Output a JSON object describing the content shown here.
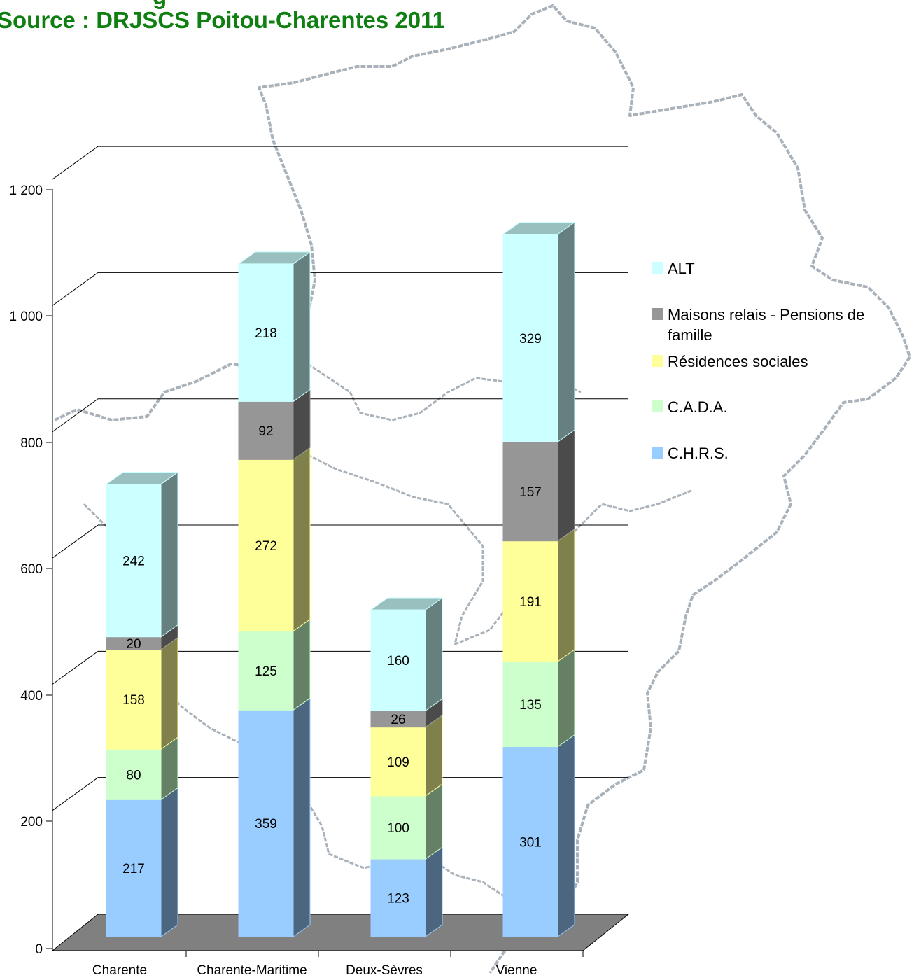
{
  "title_fragment_top": "g",
  "title": "Source : DRJSCS Poitou-Charentes 2011",
  "colors": {
    "title": "#0f7f12",
    "chrs": "#99ccff",
    "cada": "#ccffcc",
    "residences": "#ffff99",
    "maisons": "#969696",
    "alt": "#ccffff",
    "floor": "#808080",
    "map_outline": "#a9b2ba"
  },
  "chart_data": {
    "type": "bar",
    "stacked": true,
    "three_d": true,
    "categories": [
      "Charente",
      "Charente-Maritime",
      "Deux-Sèvres",
      "Vienne"
    ],
    "series": [
      {
        "name": "C.H.R.S.",
        "color": "#99ccff",
        "values": [
          217,
          359,
          123,
          301
        ]
      },
      {
        "name": "C.A.D.A.",
        "color": "#ccffcc",
        "values": [
          80,
          125,
          100,
          135
        ]
      },
      {
        "name": "Résidences sociales",
        "color": "#ffff99",
        "values": [
          158,
          272,
          109,
          191
        ]
      },
      {
        "name": "Maisons relais - Pensions de famille",
        "color": "#969696",
        "values": [
          20,
          92,
          26,
          157
        ]
      },
      {
        "name": "ALT",
        "color": "#ccffff",
        "values": [
          242,
          218,
          160,
          329
        ]
      }
    ],
    "legend_order": [
      "ALT",
      "Maisons relais - Pensions de famille",
      "Résidences sociales",
      "C.A.D.A.",
      "C.H.R.S."
    ],
    "y_ticks": [
      "0",
      "200",
      "400",
      "600",
      "800",
      "1 000",
      "1 200"
    ],
    "y_tick_values": [
      0,
      200,
      400,
      600,
      800,
      1000,
      1200
    ],
    "ylim": [
      0,
      1200
    ],
    "grid": true,
    "legend_position": "right",
    "background": "map of Poitou-Charentes (outline)"
  }
}
